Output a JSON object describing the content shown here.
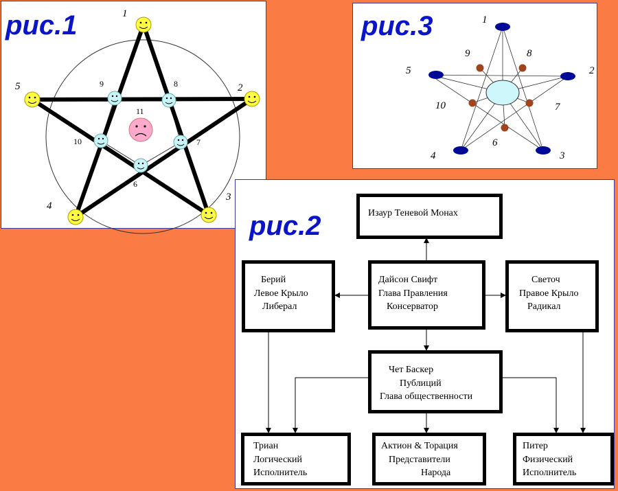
{
  "fig1": {
    "title": "рис.1",
    "labels": {
      "n1": "1",
      "n2": "2",
      "n3": "3",
      "n4": "4",
      "n5": "5",
      "n6": "6",
      "n7": "7",
      "n8": "8",
      "n9": "9",
      "n10": "10",
      "n11": "11"
    }
  },
  "fig3": {
    "title": "рис.3",
    "labels": {
      "n1": "1",
      "n2": "2",
      "n3": "3",
      "n4": "4",
      "n5": "5",
      "n6": "6",
      "n7": "7",
      "n8": "8",
      "n9": "9",
      "n10": "10"
    }
  },
  "fig2": {
    "title": "рис.2",
    "top": {
      "l1": "Изаур  Теневой Монах"
    },
    "center": {
      "l1": "Дайсон Свифт",
      "l2": "Глава Правления",
      "l3": "Консерватор"
    },
    "left": {
      "l1": "Берий",
      "l2": "Левое Крыло",
      "l3": "Либерал"
    },
    "right": {
      "l1": "Светоч",
      "l2": "Правое Крыло",
      "l3": "Радикал"
    },
    "middle": {
      "l1": "Чет Баскер",
      "l2": "Публиций",
      "l3": "Глава общественности"
    },
    "bl": {
      "l1": "Триан",
      "l2": "Логический",
      "l3": "Исполнитель"
    },
    "bc": {
      "l1": "Актион & Торация",
      "l2": "Представители",
      "l3": "Народа"
    },
    "br": {
      "l1": "Питер",
      "l2": "Физический",
      "l3": "Исполнитель"
    }
  },
  "colors": {
    "background": "#fa7c44",
    "title": "#0a14c8",
    "outer_face": "#ffff44",
    "inner_face": "#c8f4f8",
    "center_face": "#ffaacc",
    "outer_node3": "#000a96",
    "inner_node3": "#a0441e",
    "center_node3": "#cdf7fb"
  }
}
